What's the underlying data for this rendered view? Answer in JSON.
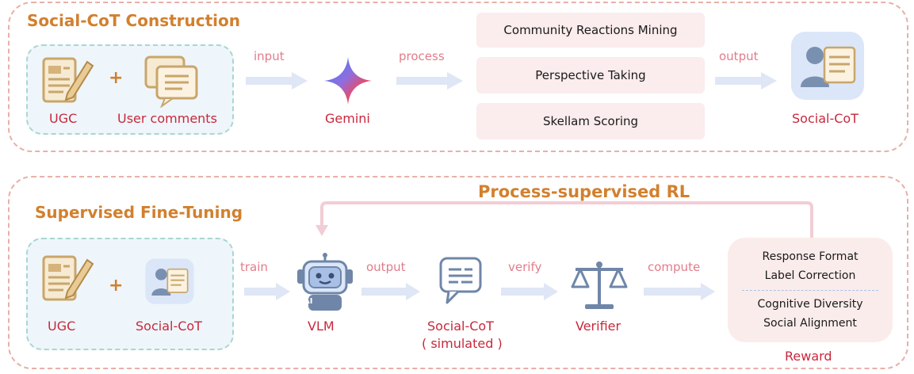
{
  "colors": {
    "panel_border": "#e8b0a8",
    "title": "#d2802e",
    "label_red": "#c8283c",
    "arrow_label": "#e27c8a",
    "arrow": "#dfe6f5",
    "step_box": "#fbeced",
    "icon_gold": "#d8b06e",
    "icon_blue": "#6f86a8"
  },
  "top": {
    "title": "Social-CoT Construction",
    "inputs": {
      "ugc_label": "UGC",
      "plus": "+",
      "comments_label": "User comments"
    },
    "arrows": {
      "input": "input",
      "process": "process",
      "output": "output"
    },
    "gemini_label": "Gemini",
    "steps": [
      "Community Reactions Mining",
      "Perspective Taking",
      "Skellam Scoring"
    ],
    "output_label": "Social-CoT"
  },
  "bottom": {
    "title": "Supervised Fine-Tuning",
    "rl_title": "Process-supervised RL",
    "inputs": {
      "ugc_label": "UGC",
      "plus": "+",
      "socialcot_label": "Social-CoT"
    },
    "arrows": {
      "train": "train",
      "output": "output",
      "verify": "verify",
      "compute": "compute"
    },
    "vlm_label": "VLM",
    "vlm_badge": "AI",
    "simulated_label_1": "Social-CoT",
    "simulated_label_2": "( simulated )",
    "verifier_label": "Verifier",
    "reward": {
      "lines_top": [
        "Response Format",
        "Label Correction"
      ],
      "lines_bottom": [
        "Cognitive Diversity",
        "Social Alignment"
      ],
      "label": "Reward"
    }
  }
}
